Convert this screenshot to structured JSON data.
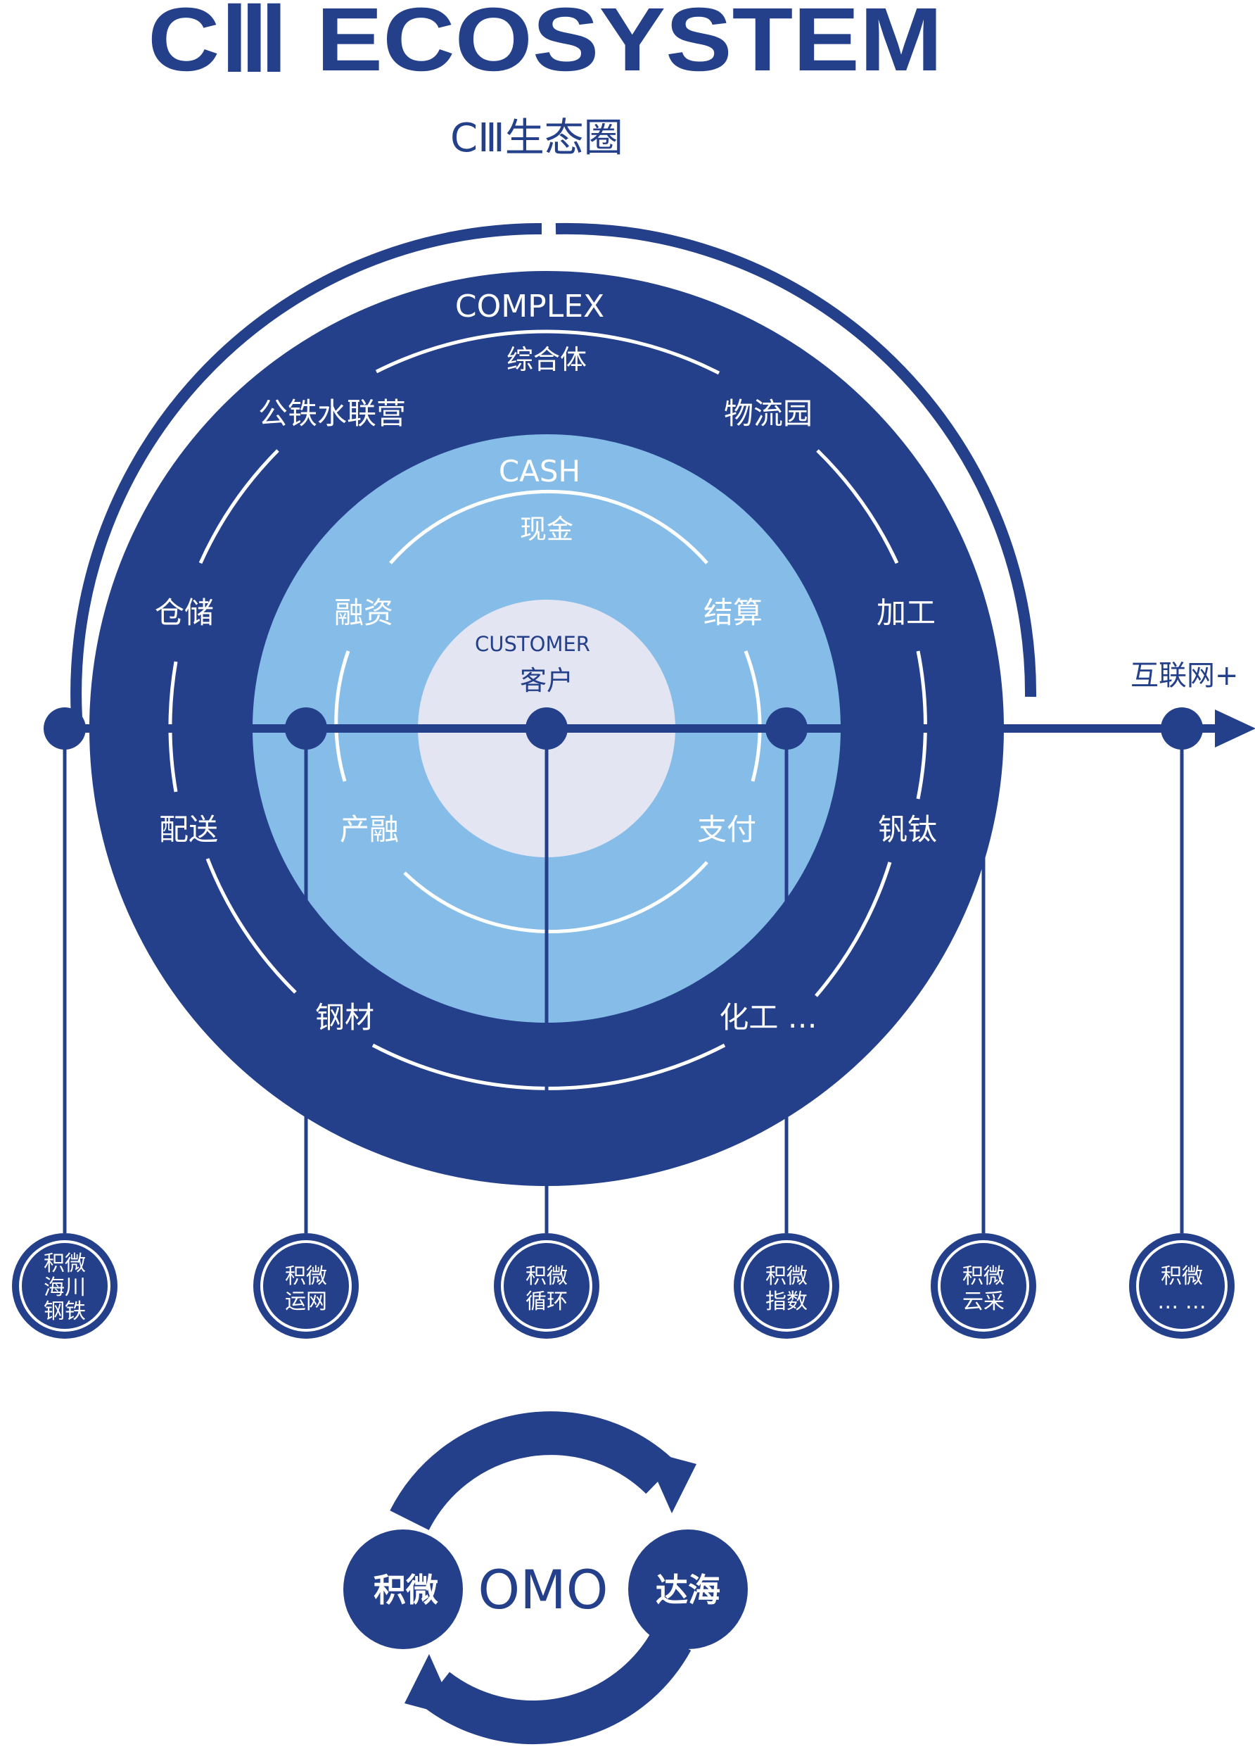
{
  "header": {
    "title": "CⅢ ECOSYSTEM",
    "subtitle": "CⅢ生态圈"
  },
  "colors": {
    "dark_blue": "#25408a",
    "mid_blue": "#86bde8",
    "light_gray": "#e3e5f2",
    "white": "#ffffff"
  },
  "rings": {
    "outer": {
      "name": "COMPLEX",
      "sub": "综合体"
    },
    "middle": {
      "name": "CASH",
      "sub": "现金"
    },
    "core": {
      "name": "CUSTOMER",
      "sub": "客户"
    }
  },
  "outer_items": [
    "公铁水联营",
    "物流园",
    "仓储",
    "加工",
    "配送",
    "钒钛",
    "钢材",
    "化工 …"
  ],
  "middle_items": [
    "融资",
    "结算",
    "产融",
    "支付"
  ],
  "arrow": {
    "label": "互联网+"
  },
  "nodes": [
    {
      "lines": [
        "积微",
        "海川",
        "钢铁"
      ]
    },
    {
      "lines": [
        "积微",
        "运网"
      ]
    },
    {
      "lines": [
        "积微",
        "循环"
      ]
    },
    {
      "lines": [
        "积微",
        "指数"
      ]
    },
    {
      "lines": [
        "积微",
        "云采"
      ]
    },
    {
      "lines": [
        "积微",
        "… …"
      ]
    }
  ],
  "omo": {
    "center": "OMO",
    "left": "积微",
    "right": "达海"
  }
}
